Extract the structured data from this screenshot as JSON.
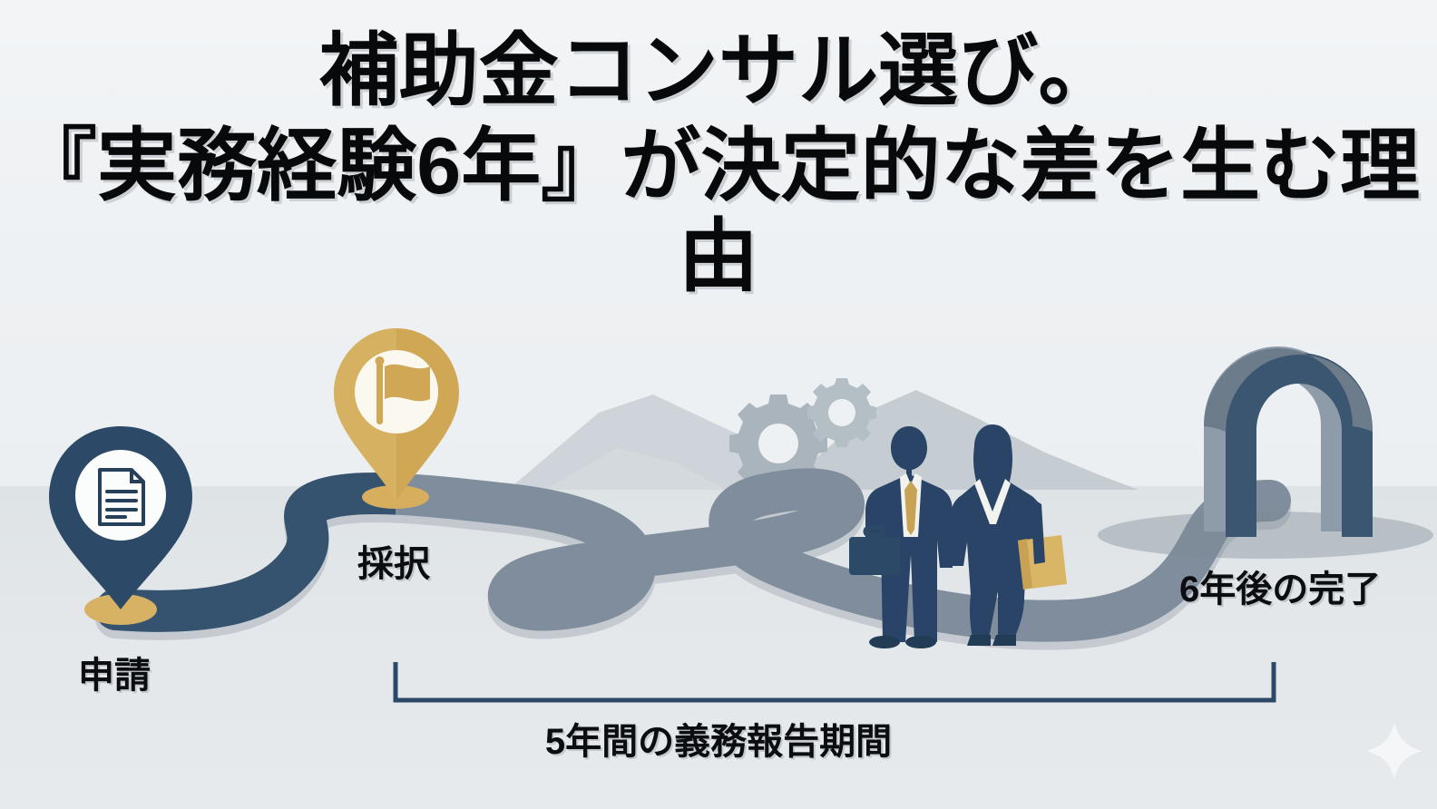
{
  "slide": {
    "headline": {
      "line1": "補助金コンサル選び。",
      "line2": "『実務経験6年』が決定的な差を生む理由"
    },
    "journey": {
      "stages": [
        {
          "id": "apply",
          "label": "申請",
          "marker_icon": "document-pin-icon"
        },
        {
          "id": "adopt",
          "label": "採択",
          "marker_icon": "flag-pin-icon"
        },
        {
          "id": "finish",
          "label": "6年後の完了",
          "marker_icon": "archway-goal-icon"
        }
      ],
      "span_caption": "5年間の義務報告期間"
    },
    "scenery": {
      "people": [
        "businessman-silhouette",
        "businesswoman-silhouette"
      ],
      "gears": [
        "gear-large-icon",
        "gear-small-icon"
      ],
      "mountains": "mountain-range-shape",
      "sparkle": "sparkle-icon"
    },
    "colors": {
      "sky": "#eef1f3",
      "ground": "#e3e7ea",
      "road_early": "#35536f",
      "road_late": "#7f8d9c",
      "navy": "#2c4a68",
      "navy_dark": "#233c56",
      "gold": "#d4ab54",
      "gold_light": "#e3c173",
      "arch_light": "#8b99a6",
      "arch_dark": "#3b5671",
      "mountain": "#c8cfd4",
      "gear": "#aeb8bf",
      "bracket": "#2c4a68",
      "text": "#0b0d10"
    }
  }
}
